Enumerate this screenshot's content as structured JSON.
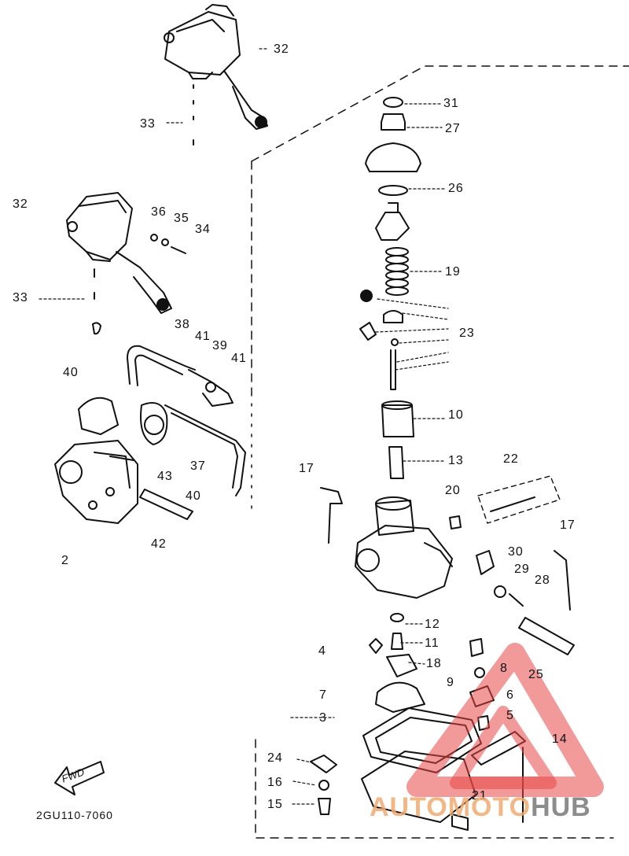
{
  "diagram_code": "2GU110-7060",
  "fwd_label": "FWD",
  "watermark": {
    "part1": "AUTOMOTO",
    "part2": "HUB",
    "color_red": "#e84545",
    "color_orange": "#f0a868",
    "color_grey": "#777777"
  },
  "callouts": {
    "n32a": "32",
    "n33a": "33",
    "n32b": "32",
    "n36": "36",
    "n35": "35",
    "n34": "34",
    "n33b": "33",
    "n38": "38",
    "n41a": "41",
    "n39": "39",
    "n41b": "41",
    "n40a": "40",
    "n37": "37",
    "n43": "43",
    "n40b": "40",
    "n42": "42",
    "n2": "2",
    "n31": "31",
    "n27": "27",
    "n26": "26",
    "n19": "19",
    "n23": "23",
    "n10": "10",
    "n13": "13",
    "n17a": "17",
    "n22": "22",
    "n20": "20",
    "n17b": "17",
    "n30": "30",
    "n29": "29",
    "n28": "28",
    "n12": "12",
    "n11": "11",
    "n4": "4",
    "n18": "18",
    "n8": "8",
    "n25": "25",
    "n9": "9",
    "n7": "7",
    "n6": "6",
    "n5": "5",
    "n3": "3",
    "n14": "14",
    "n24": "24",
    "n16": "16",
    "n21": "21",
    "n15": "15"
  }
}
